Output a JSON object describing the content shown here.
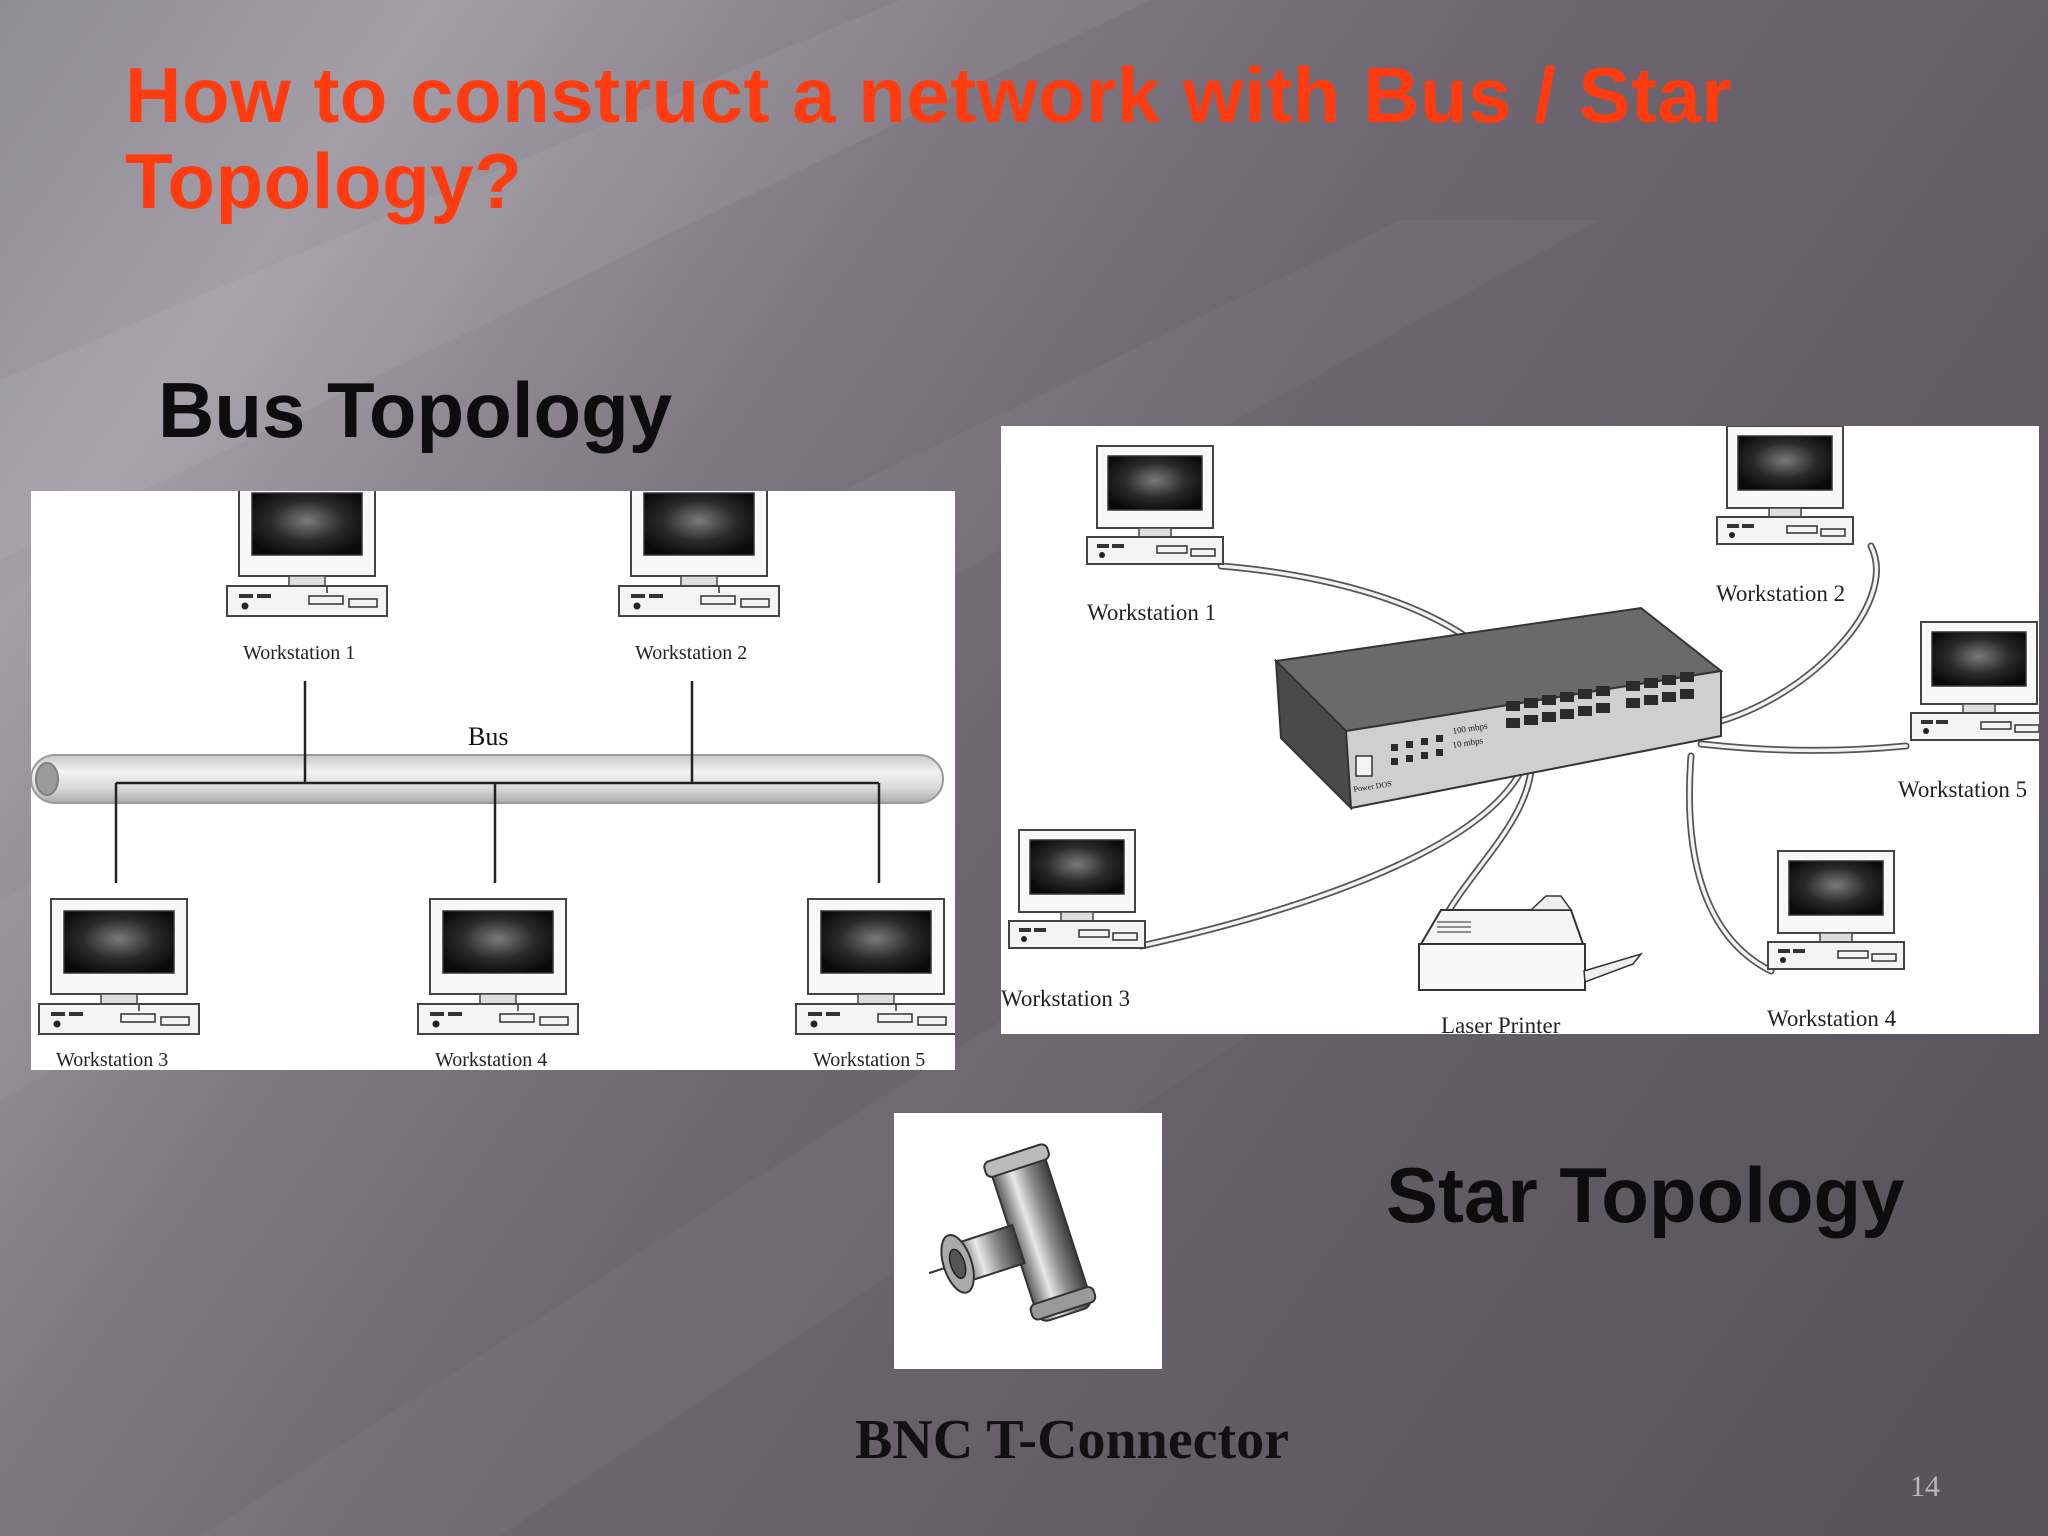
{
  "slide": {
    "title": "How to construct a network with Bus / Star Topology?",
    "bus_heading": "Bus Topology",
    "star_heading": "Star Topology",
    "connector_caption": "BNC T-Connector",
    "page_number": "14"
  },
  "bus_diagram": {
    "bus_label": "Bus",
    "workstations": [
      "Workstation 1",
      "Workstation 2",
      "Workstation 3",
      "Workstation 4",
      "Workstation 5"
    ]
  },
  "star_diagram": {
    "workstations": [
      "Workstation 1",
      "Workstation 2",
      "Workstation 3",
      "Workstation 4",
      "Workstation 5"
    ],
    "printer_label": "Laser Printer",
    "hub_labels": [
      "100 mbps",
      "10 mbps",
      "Power DOS"
    ]
  }
}
